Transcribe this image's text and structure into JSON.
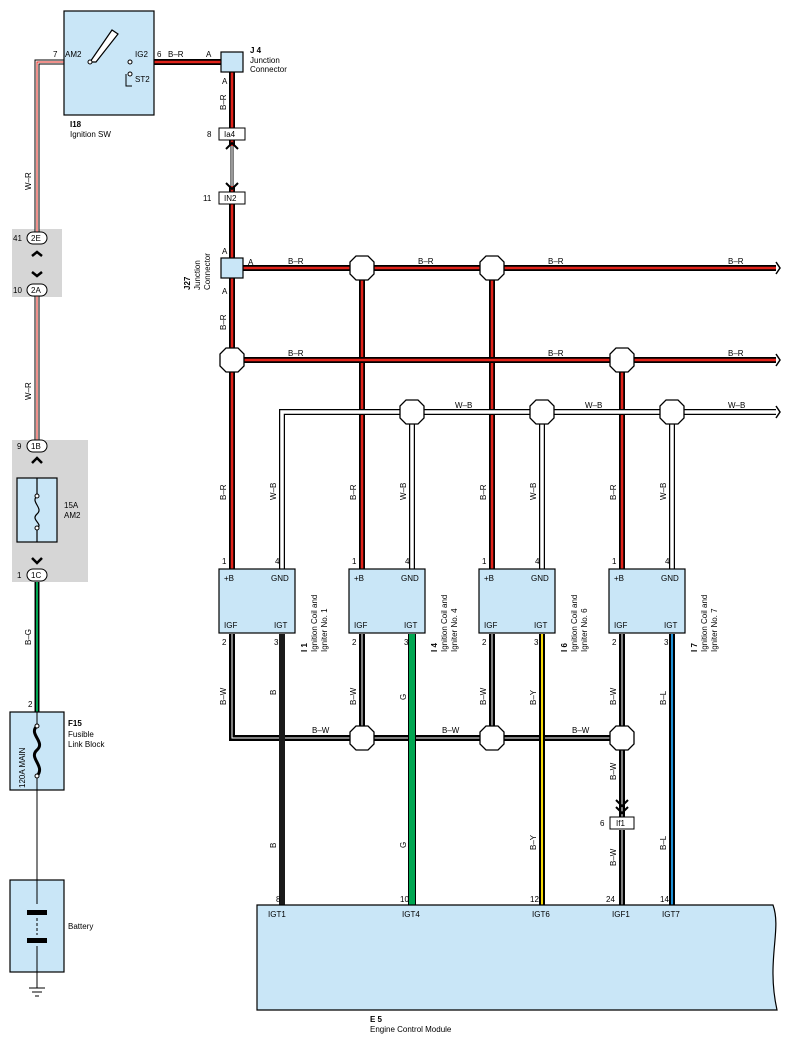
{
  "title": "",
  "components": {
    "ignition_sw": {
      "ref": "I18",
      "name": "Ignition SW",
      "am2": "AM2",
      "ig2": "IG2",
      "st2": "ST2",
      "pin_am2": "7",
      "pin_ig2": "6"
    },
    "j4": {
      "ref": "J 4",
      "name_line1": "Junction",
      "name_line2": "Connector",
      "pin": "A"
    },
    "j27": {
      "ref": "J27",
      "name_line1": "Junction",
      "name_line2": "Connector",
      "pin": "A"
    },
    "ecm": {
      "ref": "E 5",
      "name": "Engine Control Module"
    },
    "fuse_am2": {
      "rating": "15A",
      "name": "AM2"
    },
    "fusible_link": {
      "ref": "F15",
      "name_line1": "Fusible",
      "name_line2": "Link Block",
      "rating": "120A MAIN",
      "pin": "2"
    },
    "battery": {
      "name": "Battery"
    },
    "coils": [
      {
        "ref": "I 1",
        "name_line1": "Ignition Coil and",
        "name_line2": "Igniter No. 1",
        "b": "+B",
        "gnd": "GND",
        "igf": "IGF",
        "igt": "IGT",
        "pin_b": "1",
        "pin_gnd": "4",
        "pin_igf": "2",
        "pin_igt": "3"
      },
      {
        "ref": "I 4",
        "name_line1": "Ignition Coil and",
        "name_line2": "Igniter No. 4",
        "b": "+B",
        "gnd": "GND",
        "igf": "IGF",
        "igt": "IGT",
        "pin_b": "1",
        "pin_gnd": "4",
        "pin_igf": "2",
        "pin_igt": "3"
      },
      {
        "ref": "I 6",
        "name_line1": "Ignition Coil and",
        "name_line2": "Igniter No. 6",
        "b": "+B",
        "gnd": "GND",
        "igf": "IGF",
        "igt": "IGT",
        "pin_b": "1",
        "pin_gnd": "4",
        "pin_igf": "2",
        "pin_igt": "3"
      },
      {
        "ref": "I 7",
        "name_line1": "Ignition Coil and",
        "name_line2": "Igniter No. 7",
        "b": "+B",
        "gnd": "GND",
        "igf": "IGF",
        "igt": "IGT",
        "pin_b": "1",
        "pin_gnd": "4",
        "pin_igf": "2",
        "pin_igt": "3"
      }
    ],
    "ecm_pins": [
      {
        "label": "IGT1",
        "pin": "8"
      },
      {
        "label": "IGT4",
        "pin": "10"
      },
      {
        "label": "IGT6",
        "pin": "12"
      },
      {
        "label": "IGF1",
        "pin": "24"
      },
      {
        "label": "IGT7",
        "pin": "14"
      }
    ]
  },
  "connectors": {
    "ia4": {
      "label": "Ia4",
      "pin": "8"
    },
    "in2": {
      "label": "IN2",
      "pin": "11"
    },
    "c2e": {
      "label": "2E",
      "pin": "41"
    },
    "c2a": {
      "label": "2A",
      "pin": "10"
    },
    "c1b": {
      "label": "1B",
      "pin": "9"
    },
    "c1c": {
      "label": "1C",
      "pin": "1"
    },
    "if1": {
      "label": "If1",
      "pin": "6"
    }
  },
  "wires": {
    "br": "B–R",
    "wr": "W–R",
    "wb": "W–B",
    "bw": "B–W",
    "bg": "B–G",
    "b": "B",
    "g": "G",
    "by": "B–Y",
    "bl": "B–L"
  },
  "colors": {
    "red": "#e2231a",
    "green": "#00a651",
    "yellow": "#f5d90a",
    "blue": "#1e90d6",
    "box_fill": "#c9e6f7",
    "grey_panel": "#d6d6d6"
  }
}
